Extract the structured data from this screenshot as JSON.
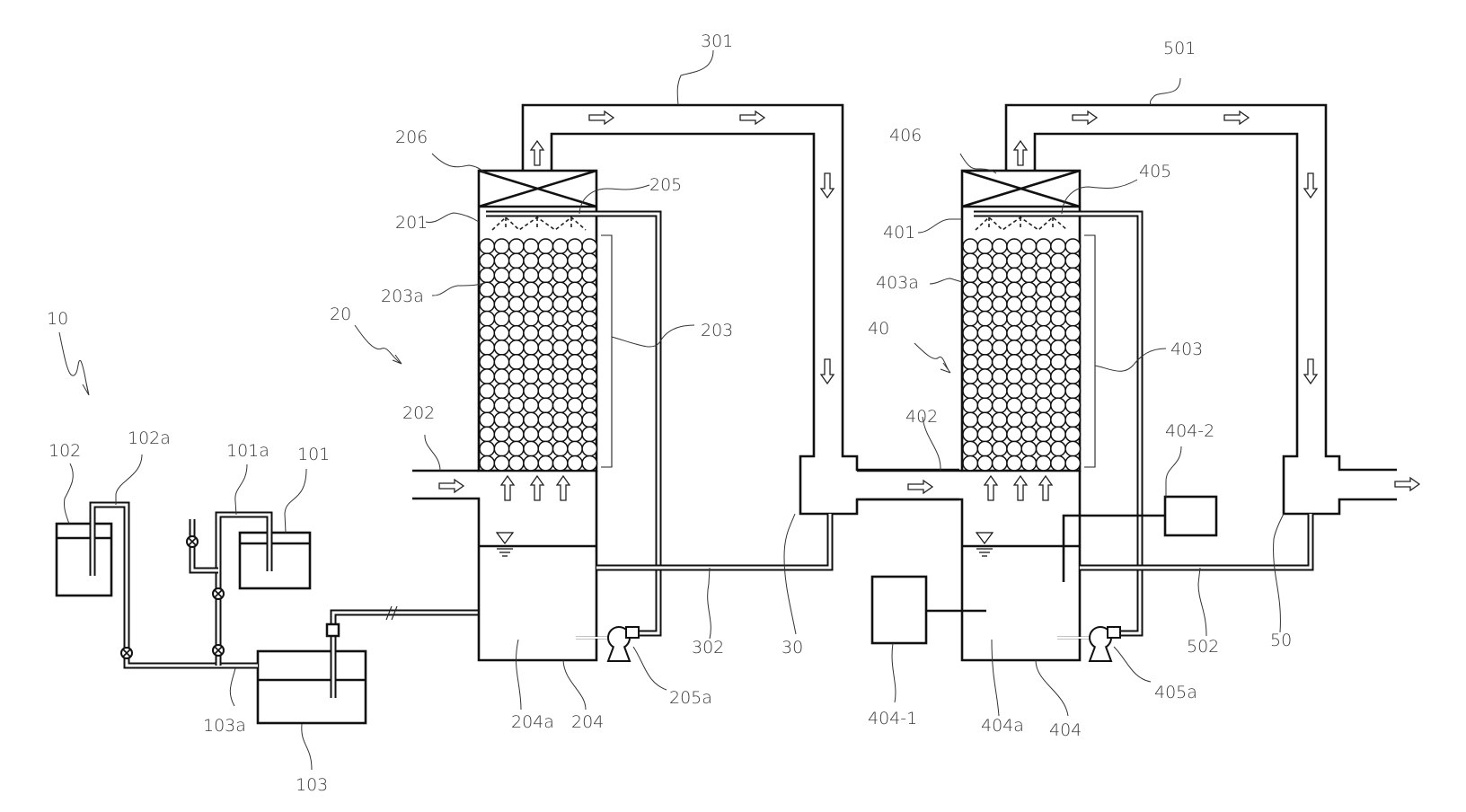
{
  "figure": {
    "description": "Schematic of a two-stage packed-tower gas treatment system",
    "labels": {
      "system_10": "10",
      "tank_101": "101",
      "pipe_101a": "101a",
      "tank_102": "102",
      "pipe_102a": "102a",
      "tank_103": "103",
      "pipe_103a": "103a",
      "tower_unit_20": "20",
      "tower_201": "201",
      "inlet_202": "202",
      "packing_203": "203",
      "packing_ball_203a": "203a",
      "sump_204": "204",
      "liquid_204a": "204a",
      "spray_205": "205",
      "pump_205a": "205a",
      "demister_206": "206",
      "connector_30": "30",
      "duct_301": "301",
      "drain_302": "302",
      "tower_unit_40": "40",
      "tower_401": "401",
      "inlet_402": "402",
      "packing_403": "403",
      "packing_ball_403a": "403a",
      "sump_404": "404",
      "liquid_404a": "404a",
      "dosing_404_1": "404-1",
      "sensor_404_2": "404-2",
      "spray_405": "405",
      "pump_405a": "405a",
      "demister_406": "406",
      "outlet_50": "50",
      "duct_501": "501",
      "drain_502": "502"
    },
    "icons": {
      "flow_arrow": "hollow-arrow",
      "valve": "circle-x-valve",
      "pump": "centrifugal-pump",
      "water_level": "inverted-triangle-level"
    }
  }
}
